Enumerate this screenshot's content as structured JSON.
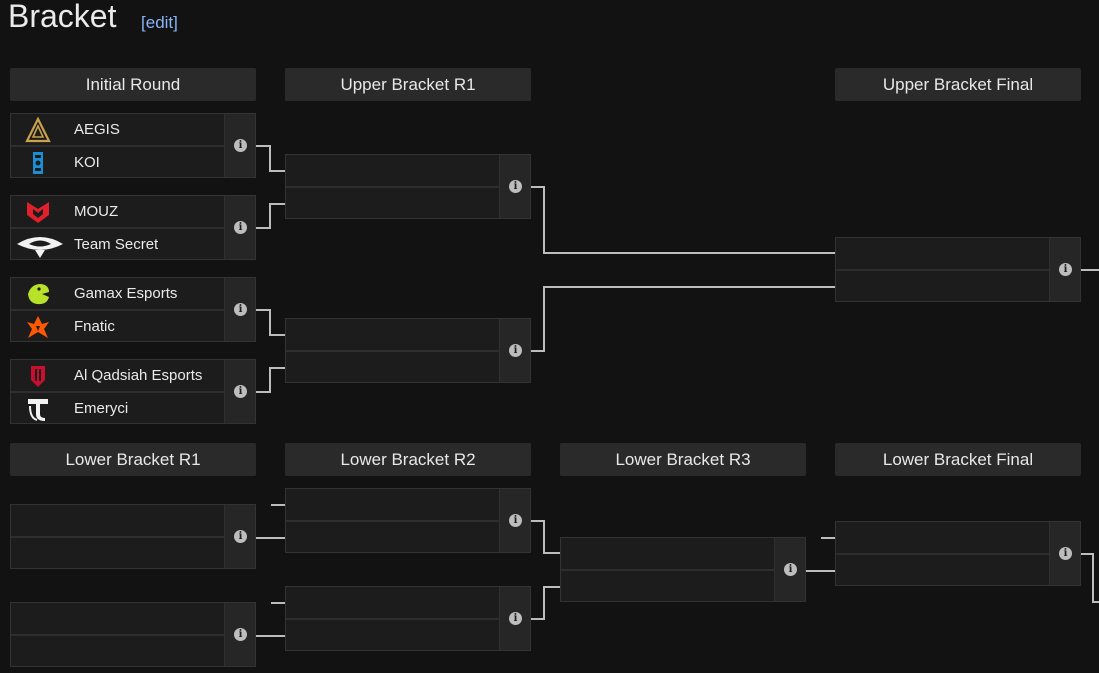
{
  "page": {
    "title": "Bracket",
    "edit_label": "edit"
  },
  "rounds": {
    "initial": "Initial Round",
    "ub_r1": "Upper Bracket R1",
    "ub_final": "Upper Bracket Final",
    "lb_r1": "Lower Bracket R1",
    "lb_r2": "Lower Bracket R2",
    "lb_r3": "Lower Bracket R3",
    "lb_final": "Lower Bracket Final"
  },
  "initial_matches": [
    {
      "team1": "AEGIS",
      "team2": "KOI"
    },
    {
      "team1": "MOUZ",
      "team2": "Team Secret"
    },
    {
      "team1": "Gamax Esports",
      "team2": "Fnatic"
    },
    {
      "team1": "Al Qadsiah Esports",
      "team2": "Emeryci"
    }
  ],
  "info_icon": "i",
  "colors": {
    "background": "#121212",
    "header": "#2a2a2a",
    "match": "#1c1c1c",
    "connector": "#bdbdbd",
    "link": "#8ab4f8"
  }
}
